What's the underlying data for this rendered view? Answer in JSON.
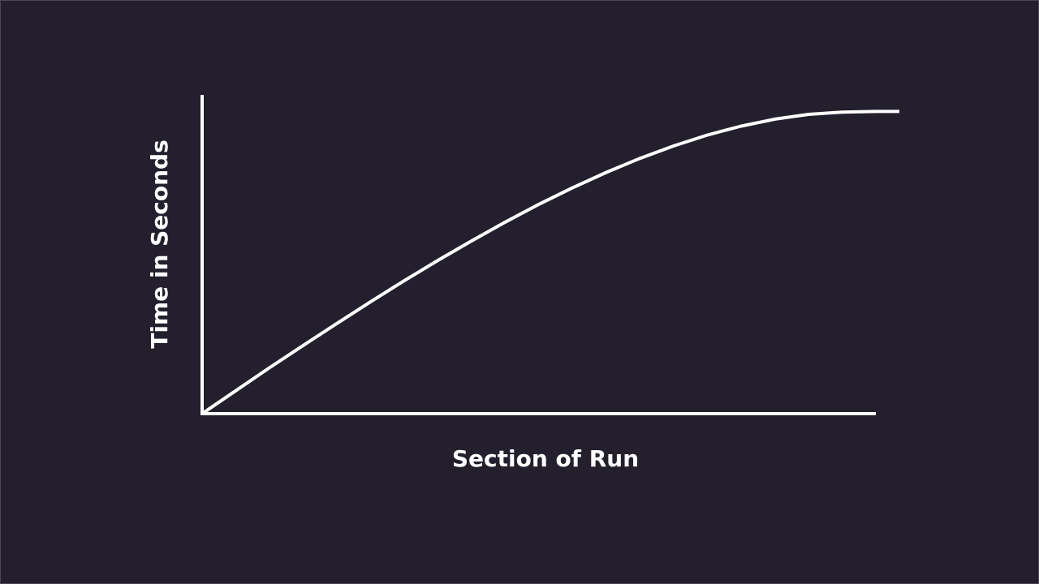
{
  "chart_data": {
    "type": "line",
    "title": "",
    "xlabel": "Section of Run",
    "ylabel": "Time in Seconds",
    "xlim": [
      0,
      1
    ],
    "ylim": [
      0,
      1
    ],
    "grid": false,
    "legend": "none",
    "colors": {
      "background": "#231f2d",
      "axis": "#ffffff",
      "line": "#ffffff",
      "text": "#ffffff"
    },
    "series": [
      {
        "x": [
          0,
          0.05,
          0.1,
          0.15,
          0.2,
          0.25,
          0.3,
          0.35,
          0.4,
          0.45,
          0.5,
          0.55,
          0.6,
          0.65,
          0.7,
          0.75,
          0.8,
          0.85,
          0.9,
          0.95,
          1.0,
          1.035
        ],
        "y": [
          0,
          0.072,
          0.144,
          0.214,
          0.283,
          0.351,
          0.417,
          0.481,
          0.542,
          0.601,
          0.657,
          0.709,
          0.757,
          0.801,
          0.84,
          0.874,
          0.902,
          0.924,
          0.939,
          0.946,
          0.948,
          0.948
        ]
      }
    ]
  }
}
